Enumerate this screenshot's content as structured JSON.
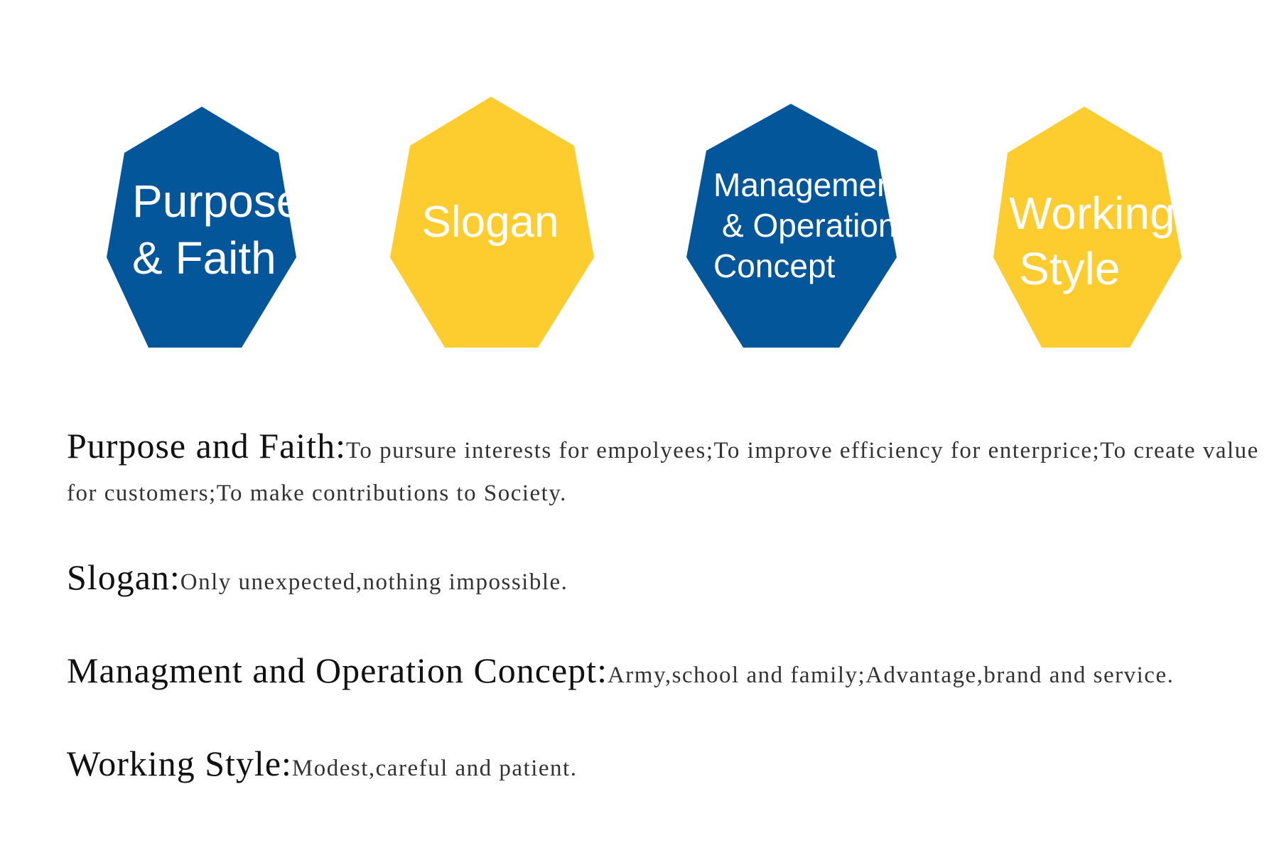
{
  "colors": {
    "blue": "#04569A",
    "yellow": "#FDCD2F",
    "badge_text": "#FFFFFF"
  },
  "badges": [
    {
      "lines": [
        "Purpose",
        "& Faith"
      ],
      "color": "blue"
    },
    {
      "lines": [
        "Slogan"
      ],
      "color": "yellow"
    },
    {
      "lines": [
        "Management",
        "& Operation",
        "Concept"
      ],
      "color": "blue"
    },
    {
      "lines": [
        "Working",
        "Style"
      ],
      "color": "yellow"
    }
  ],
  "descriptions": [
    {
      "term": "Purpose and Faith:",
      "text": "To pursure interests for empolyees;To improve efficiency for enterprice;To create value for customers;To make contributions to Society."
    },
    {
      "term": "Slogan:",
      "text": "Only unexpected,nothing impossible."
    },
    {
      "term": "Managment and Operation Concept:",
      "text": "Army,school and family;Advantage,brand and service."
    },
    {
      "term": "Working Style:",
      "text": "Modest,careful and patient."
    }
  ]
}
